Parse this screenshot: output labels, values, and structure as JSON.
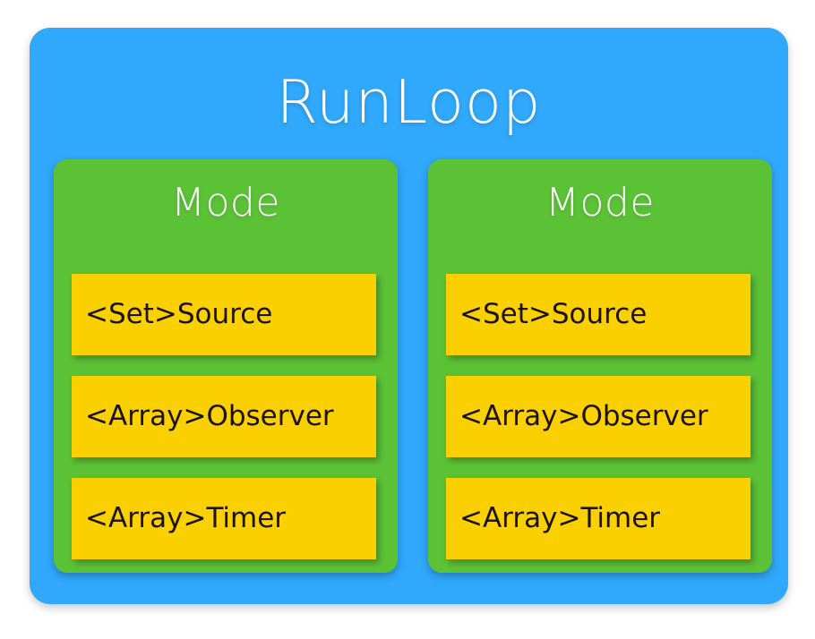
{
  "diagram": {
    "title": "RunLoop",
    "colors": {
      "background": "#ffffff",
      "runloop_panel": "#30a8fb",
      "mode_panel": "#5bc236",
      "item_box": "#fbd000",
      "item_text": "#1c1400",
      "title_text": "#ffffff"
    },
    "modes": [
      {
        "title": "Mode",
        "items": [
          {
            "label": "<Set>Source"
          },
          {
            "label": "<Array>Observer"
          },
          {
            "label": "<Array>Timer"
          }
        ]
      },
      {
        "title": "Mode",
        "items": [
          {
            "label": "<Set>Source"
          },
          {
            "label": "<Array>Observer"
          },
          {
            "label": "<Array>Timer"
          }
        ]
      }
    ]
  }
}
